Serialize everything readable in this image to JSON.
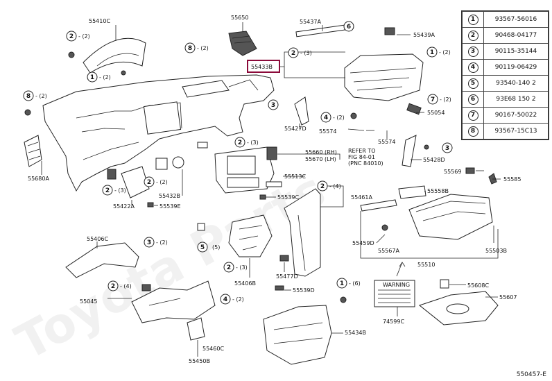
{
  "diagram": {
    "code": "550457-E",
    "refer_note": [
      "REFER TO",
      "FIG 84-01",
      "(PNC 84010)"
    ],
    "highlighted_part": "55433B",
    "warning_label": "WARNING",
    "watermark": "Toyota Parts"
  },
  "legend": [
    {
      "num": "1",
      "part": "93567-56016"
    },
    {
      "num": "2",
      "part": "90468-04177"
    },
    {
      "num": "3",
      "part": "90115-35144"
    },
    {
      "num": "4",
      "part": "90119-06429"
    },
    {
      "num": "5",
      "part": "93540-140 2"
    },
    {
      "num": "6",
      "part": "93E68 150 2"
    },
    {
      "num": "7",
      "part": "90167-50022"
    },
    {
      "num": "8",
      "part": "93567-15C13"
    }
  ],
  "labels": {
    "p55410C": "55410C",
    "p55650": "55650",
    "p55437A": "55437A",
    "p55439A": "55439A",
    "p55433B": "55433B",
    "p55427D": "55427D",
    "p55054": "55054",
    "p55574a": "55574",
    "p55574b": "55574",
    "p55680A": "55680A",
    "p55660": "55660 (RH)",
    "p55670": "55670 (LH)",
    "p55428D": "55428D",
    "p55569": "55569",
    "p55585": "55585",
    "p55558B": "55558B",
    "p55422A": "55422A",
    "p55432B": "55432B",
    "p55539E": "55539E",
    "p55513C": "55513C",
    "p55539C": "55539C",
    "p55461A": "55461A",
    "p55459D": "55459D",
    "p55567A": "55567A",
    "p55510": "55510",
    "p55503B": "55503B",
    "p55406C": "55406C",
    "p55406B": "55406B",
    "p55477D": "55477D",
    "p55539D": "55539D",
    "p55045": "55045",
    "p55460C": "55460C",
    "p55450B": "55450B",
    "p55434B": "55434B",
    "p74599C": "74599C",
    "p55608C": "55608C",
    "p55607": "55607"
  },
  "callouts": {
    "c1": {
      "n": "2",
      "q": "- (2)"
    },
    "c2": {
      "n": "1",
      "q": "- (2)"
    },
    "c3": {
      "n": "8",
      "q": "- (2)"
    },
    "c4": {
      "n": "6",
      "q": ""
    },
    "c5": {
      "n": "2",
      "q": "- (3)"
    },
    "c6": {
      "n": "1",
      "q": "- (2)"
    },
    "c7": {
      "n": "8",
      "q": "- (2)"
    },
    "c8": {
      "n": "3",
      "q": ""
    },
    "c9": {
      "n": "4",
      "q": "- (2)"
    },
    "c10": {
      "n": "7",
      "q": "- (2)"
    },
    "c11": {
      "n": "2",
      "q": "- (3)"
    },
    "c12": {
      "n": "3",
      "q": ""
    },
    "c13": {
      "n": "2",
      "q": "- (3)"
    },
    "c14": {
      "n": "2",
      "q": "- (2)"
    },
    "c15": {
      "n": "2",
      "q": "- (4)"
    },
    "c16": {
      "n": "5",
      "q": "(5)"
    },
    "c17": {
      "n": "2",
      "q": "- (3)"
    },
    "c18": {
      "n": "3",
      "q": "- (2)"
    },
    "c19": {
      "n": "2",
      "q": "- (4)"
    },
    "c20": {
      "n": "4",
      "q": "- (2)"
    },
    "c21": {
      "n": "1",
      "q": "- (6)"
    }
  }
}
